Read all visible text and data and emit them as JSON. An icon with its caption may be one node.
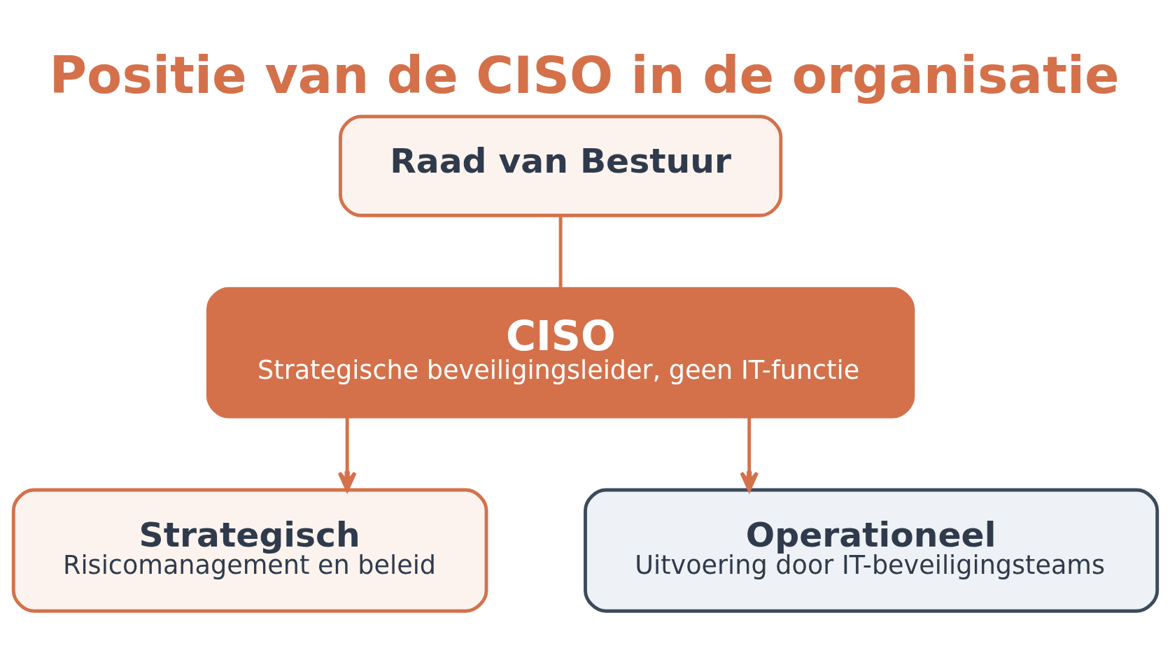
{
  "diagram": {
    "title": "Positie van de CISO in de organisatie",
    "nodes": [
      {
        "text": [
          "Raad van Bestuur"
        ]
      },
      {
        "text": [
          "CISO",
          "Strategische beveiligingsleider, geen IT-functie"
        ]
      },
      {
        "text": [
          "Strategisch",
          "Risicomanagement en beleid"
        ]
      },
      {
        "text": [
          "Operationeel",
          "Uitvoering door IT-beveiligingsteams"
        ]
      }
    ],
    "edges": [
      {
        "from": 0,
        "to": 1,
        "arrow": "none"
      },
      {
        "from": 1,
        "to": 2,
        "arrow": "to"
      },
      {
        "from": 1,
        "to": 3,
        "arrow": "to"
      }
    ]
  }
}
